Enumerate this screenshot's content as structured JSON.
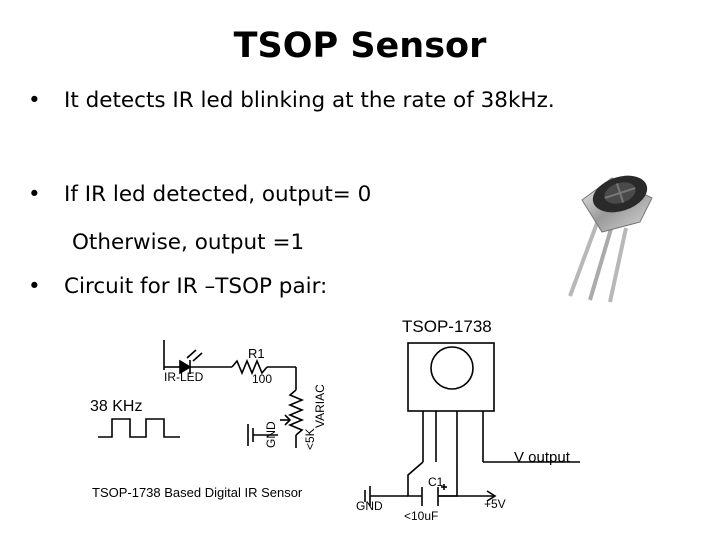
{
  "slide": {
    "title": "TSOP Sensor",
    "bullets": [
      "It detects IR led blinking at the rate of 38kHz.",
      "If IR led detected, output= 0",
      "Otherwise, output =1",
      "Circuit for IR –TSOP pair:"
    ]
  },
  "circuit": {
    "tsop_label": "TSOP-1738",
    "r1_label": "R1",
    "r1_value": "100",
    "led_label": "IR-LED",
    "freq_label": "38 KHz",
    "gnd_left": "GND",
    "pot_value": "<5K",
    "pot_label": "VARIAC",
    "output_label": "V output",
    "cap_label": "C1",
    "cap_value": "<10uF",
    "supply_label": "+5V",
    "gnd_bottom": "GND",
    "caption": "TSOP-1738 Based Digital IR Sensor"
  },
  "colors": {
    "text": "#000000",
    "background": "#ffffff"
  }
}
